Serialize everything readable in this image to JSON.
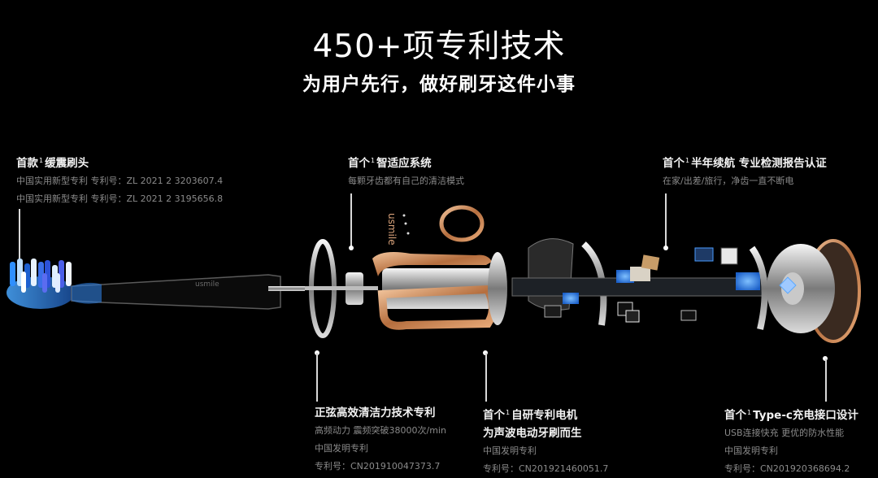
{
  "header": {
    "title": "450+项专利技术",
    "subtitle": "为用户先行，做好刷牙这件小事"
  },
  "callouts_top": [
    {
      "prefix": "首款",
      "sup": "1",
      "title": "缓震刷头",
      "lines": [
        "中国实用新型专利 专利号：ZL 2021 2 3203607.4",
        "中国实用新型专利 专利号：ZL 2021 2 3195656.8"
      ]
    },
    {
      "prefix": "首个",
      "sup": "1",
      "title": "智适应系统",
      "lines": [
        "每颗牙齿都有自己的清洁模式"
      ]
    },
    {
      "prefix": "首个",
      "sup": "1",
      "title": "半年续航 专业检测报告认证",
      "lines": [
        "在家/出差/旅行，净齿一直不断电"
      ]
    }
  ],
  "callouts_bottom": [
    {
      "title": "正弦高效清洁力技术专利",
      "lines": [
        "高频动力 震频突破38000次/min",
        "中国发明专利",
        "专利号：CN201910047373.7"
      ]
    },
    {
      "prefix": "首个",
      "sup": "1",
      "title": "自研专利电机",
      "title2": "为声波电动牙刷而生",
      "lines": [
        "中国发明专利",
        "专利号：CN201921460051.7"
      ]
    },
    {
      "prefix": "首个",
      "sup": "1",
      "title": "Type-c充电接口设计",
      "lines": [
        "USB连接快充 更优的防水性能",
        "中国发明专利",
        "专利号：CN201920368694.2"
      ]
    }
  ],
  "product": {
    "brush_brand": "usmile",
    "motor_brand": "usmile"
  },
  "colors": {
    "background": "#000000",
    "text_primary": "#f2f2f2",
    "text_secondary": "#8a8a8a",
    "bristle_blue": "#2f7fe0",
    "copper": "#c88a5c",
    "chip_glow": "#3a8cff"
  }
}
